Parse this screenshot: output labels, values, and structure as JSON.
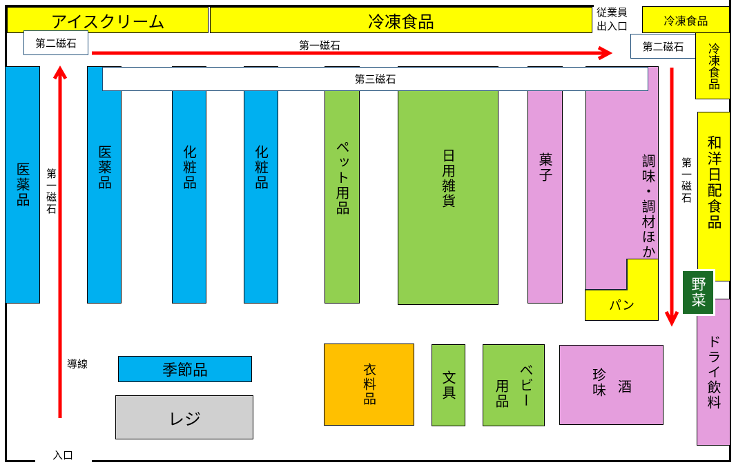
{
  "top": {
    "ice_cream": "アイスクリーム",
    "frozen_food_main": "冷凍食品",
    "staff_entrance": "従業員出入口",
    "frozen_food_small": "冷凍食品"
  },
  "magnets": {
    "second_left": "第二磁石",
    "first_top": "第一磁石",
    "second_right": "第二磁石",
    "third": "第三磁石",
    "first_left": "第一磁石",
    "first_right": "第一磁石"
  },
  "shelves": {
    "medicine_1": "医薬品",
    "medicine_2": "医薬品",
    "cosmetics_1": "化粧品",
    "cosmetics_2": "化粧品",
    "pet": "ペット用品",
    "daily_goods": "日用雑貨",
    "snacks": "菓子",
    "seasoning": "調味・調材ほか",
    "bread": "パン",
    "frozen_food_side": "冷凍食品",
    "dairy": "和洋日配食品",
    "vegetables": "野菜",
    "dry_drinks": "ドライ飲料",
    "seasonal": "季節品",
    "register": "レジ",
    "clothing": "衣料品",
    "stationery": "文具",
    "baby_col1": "ベビー",
    "baby_col2": "用品",
    "liquor": "酒",
    "delicacies": "珍味"
  },
  "labels": {
    "flow": "導線",
    "entrance": "入口"
  },
  "colors": {
    "blue": "#00b0f0",
    "green": "#92d050",
    "pink": "#e59edd",
    "yellow": "#ffff00",
    "orange": "#ffc000",
    "gray": "#d0d0d0",
    "vegetable_green": "#1b6b27",
    "arrow_red": "#ff0000"
  }
}
